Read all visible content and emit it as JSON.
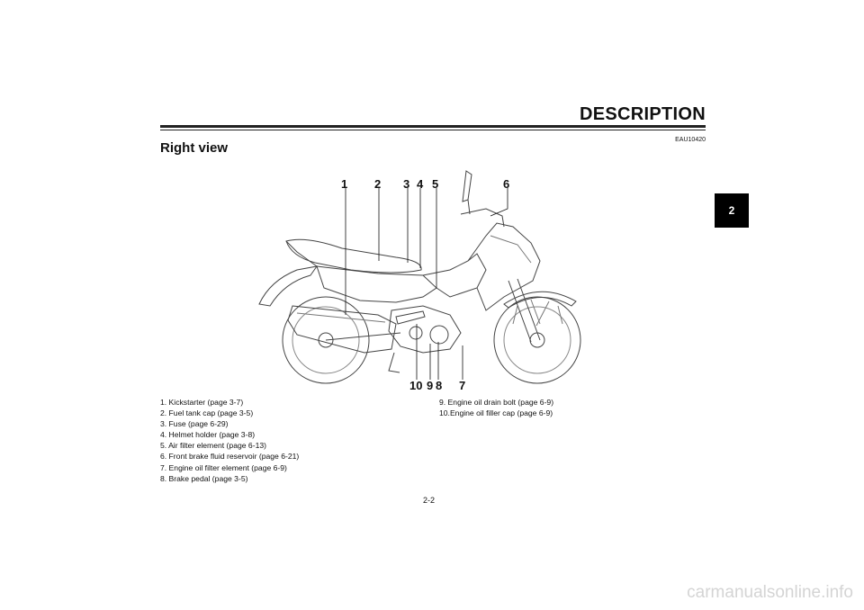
{
  "header": {
    "title": "DESCRIPTION",
    "code": "EAU10420"
  },
  "section": {
    "title": "Right view"
  },
  "tab": {
    "label": "2"
  },
  "callouts": {
    "top": [
      "1",
      "2",
      "3",
      "4",
      "5",
      "6"
    ],
    "bottom": [
      "10",
      "9",
      "8",
      "7"
    ]
  },
  "legend": {
    "left": [
      "1.  Kickstarter (page 3-7)",
      "2.  Fuel tank cap (page 3-5)",
      "3.  Fuse (page 6-29)",
      "4.  Helmet holder (page 3-8)",
      "5.  Air filter element (page 6-13)",
      "6.  Front brake fluid reservoir (page 6-21)",
      "7.  Engine oil filter element (page 6-9)",
      "8.  Brake pedal (page 3-5)"
    ],
    "right": [
      "9.  Engine oil drain bolt (page 6-9)",
      "10.Engine oil filler cap (page 6-9)"
    ]
  },
  "page_number": "2-2",
  "watermark": "carmanualsonline.info"
}
